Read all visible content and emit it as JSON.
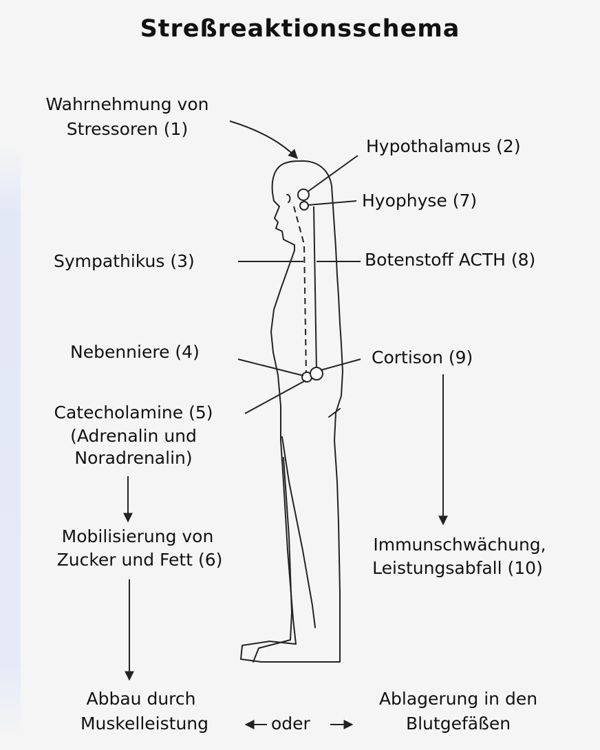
{
  "title": "Streßreaktionsschema",
  "labels": {
    "wahrnehmung_line1": "Wahrnehmung von",
    "wahrnehmung_line2": "Stressoren (1)",
    "hypothalamus": "Hypothalamus (2)",
    "hypophyse": "Hyophyse (7)",
    "sympathikus": "Sympathikus (3)",
    "acth": "Botenstoff ACTH (8)",
    "nebenniere": "Nebenniere (4)",
    "cortison": "Cortison (9)",
    "catecholamine_line1": "Catecholamine (5)",
    "catecholamine_line2": "(Adrenalin und",
    "catecholamine_line3": "Noradrenalin)",
    "mobilisierung_line1": "Mobilisierung von",
    "mobilisierung_line2": "Zucker und Fett (6)",
    "immun_line1": "Immunschwächung,",
    "immun_line2": "Leistungsabfall (10)",
    "abbau_line1": "Abbau durch",
    "abbau_line2": "Muskelleistung",
    "oder": "oder",
    "ablagerung_line1": "Ablagerung in den",
    "ablagerung_line2": "Blutgefäßen"
  }
}
